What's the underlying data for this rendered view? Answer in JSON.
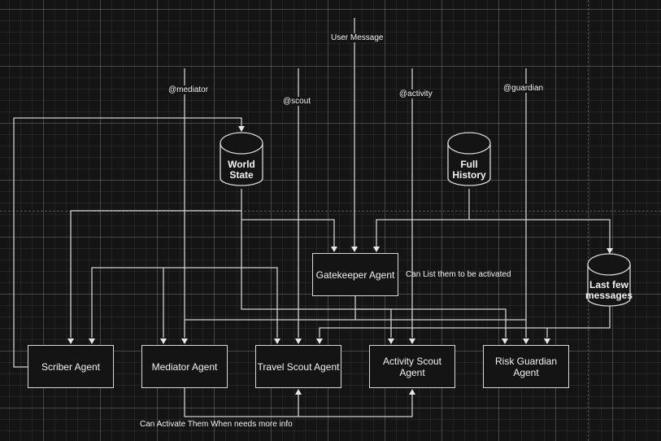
{
  "diagram": {
    "stores": {
      "world_state": "World State",
      "full_history": "Full History",
      "last_few_messages": "Last few messages"
    },
    "agents": {
      "gatekeeper": "Gatekeeper Agent",
      "scriber": "Scriber Agent",
      "mediator": "Mediator Agent",
      "travel_scout": "Travel Scout Agent",
      "activity_scout": "Activity Scout Agent",
      "risk_guardian": "Risk Guardian Agent"
    },
    "inputs": {
      "user_message": "User Message",
      "mediator_mention": "@mediator",
      "scout_mention": "@scout",
      "activity_mention": "@activity",
      "guardian_mention": "@guardian"
    },
    "annotations": {
      "gatekeeper_note": "Can List them to be activated",
      "mediator_note": "Can Activate Them When needs more info"
    },
    "colors": {
      "background": "#141414",
      "stroke": "#d8d8d8",
      "text": "#f2f2f2"
    }
  }
}
